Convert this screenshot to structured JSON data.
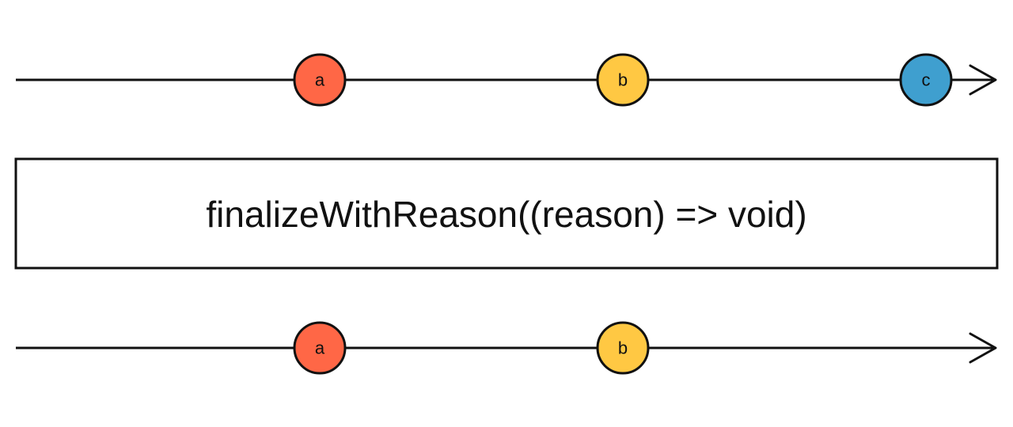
{
  "diagram": {
    "type": "marble-diagram",
    "operator": {
      "label": "finalizeWithReason((reason) => void)"
    },
    "input_stream": {
      "marbles": [
        {
          "label": "a",
          "color": "#ff6746",
          "time": 1
        },
        {
          "label": "b",
          "color": "#ffc843",
          "time": 2
        },
        {
          "label": "c",
          "color": "#3f9fcf",
          "time": 3
        }
      ]
    },
    "output_stream": {
      "marbles": [
        {
          "label": "a",
          "color": "#ff6746",
          "time": 1
        },
        {
          "label": "b",
          "color": "#ffc843",
          "time": 2
        }
      ]
    }
  }
}
